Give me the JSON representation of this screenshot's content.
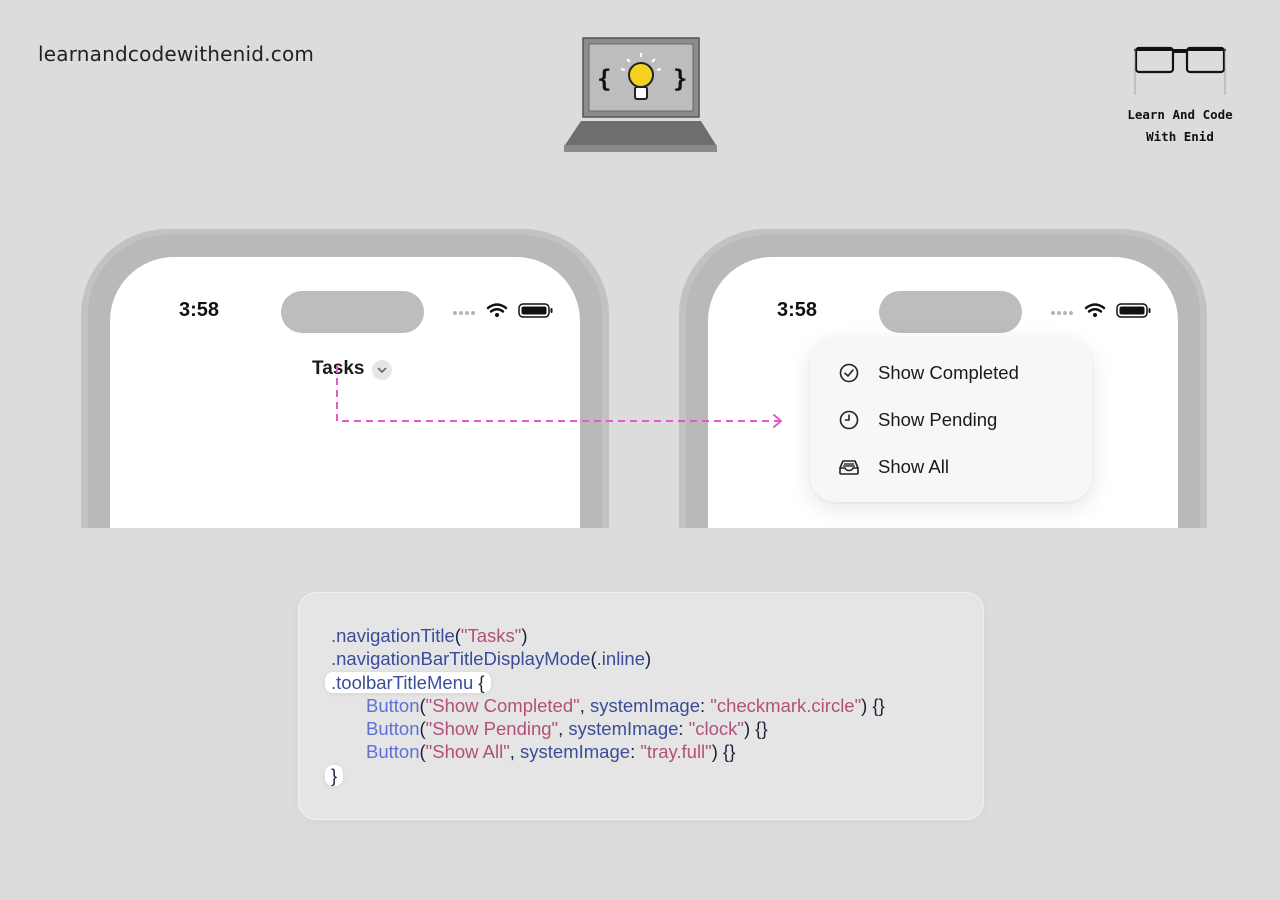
{
  "site": {
    "url": "learnandcodewithenid.com"
  },
  "logo": {
    "text_left": "{",
    "text_right": "}"
  },
  "brand": {
    "line1": "Learn And Code",
    "line2": "With Enid"
  },
  "phones": [
    {
      "time": "3:58",
      "nav_title": "Tasks"
    },
    {
      "time": "3:58"
    }
  ],
  "menu": {
    "items": [
      {
        "label": "Show Completed",
        "icon": "checkmark-circle-icon"
      },
      {
        "label": "Show Pending",
        "icon": "clock-icon"
      },
      {
        "label": "Show All",
        "icon": "tray-full-icon"
      }
    ]
  },
  "code": {
    "line1": {
      "fn": ".navigationTitle",
      "open": "(",
      "str": "\"Tasks\"",
      "close": ")"
    },
    "line2": {
      "fn": ".navigationBarTitleDisplayMode",
      "open": "(",
      "arg": ".inline",
      "close": ")"
    },
    "line3": {
      "fn": ".toolbarTitleMenu",
      "brace": " {"
    },
    "line4": {
      "btn": "Button",
      "open": "(",
      "str": "\"Show Completed\"",
      "comma": ", ",
      "param": "systemImage",
      "colon": ": ",
      "img": "\"checkmark.circle\"",
      "close": ") {}"
    },
    "line5": {
      "btn": "Button",
      "open": "(",
      "str": "\"Show Pending\"",
      "comma": ", ",
      "param": "systemImage",
      "colon": ": ",
      "img": "\"clock\"",
      "close": ") {}"
    },
    "line6": {
      "btn": "Button",
      "open": "(",
      "str": "\"Show All\"",
      "comma": ", ",
      "param": "systemImage",
      "colon": ": ",
      "img": "\"tray.full\"",
      "close": ") {}"
    },
    "line7": {
      "brace": "}"
    }
  },
  "colors": {
    "arrow": "#e35bc6",
    "keyword": "#3a4c9a",
    "string": "#b2507a",
    "button": "#5c72d6"
  }
}
